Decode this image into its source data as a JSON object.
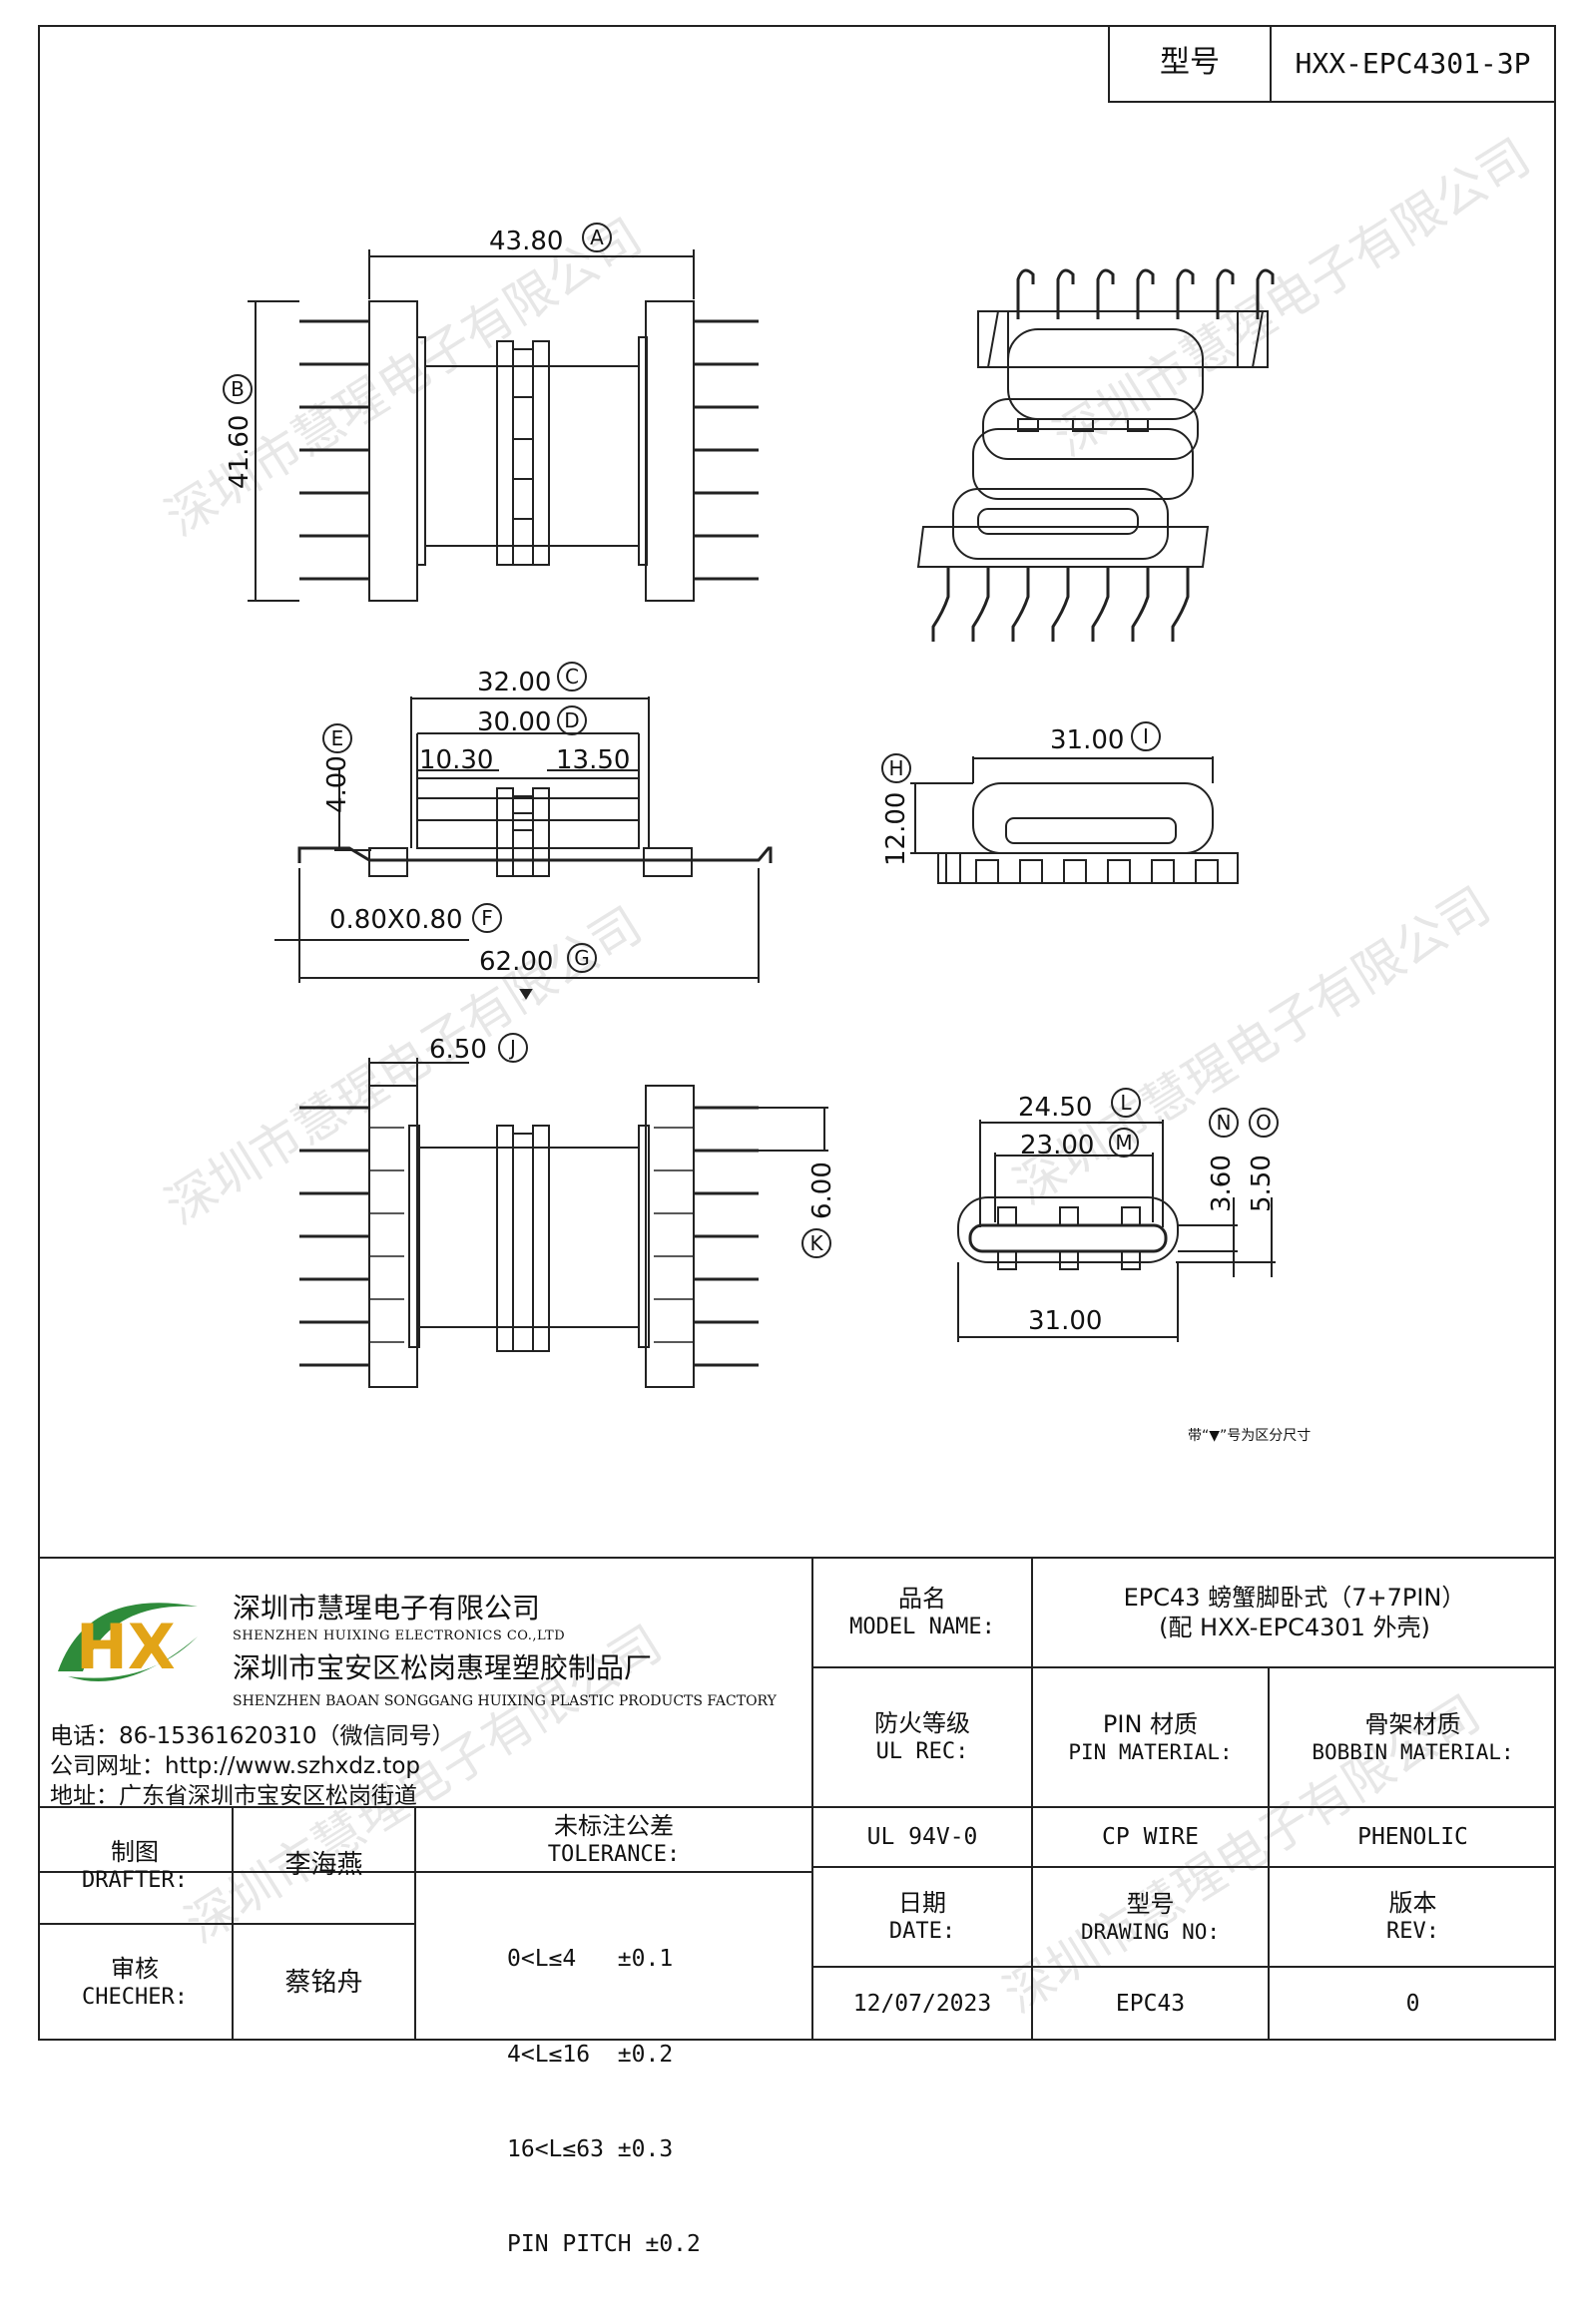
{
  "model_box": {
    "label": "型号",
    "value": "HXX-EPC4301-3P"
  },
  "watermark": "深圳市慧瑆电子有限公司",
  "dims": {
    "A": "43.80",
    "B": "41.60",
    "C": "32.00",
    "D": "30.00",
    "d1": "10.30",
    "d2": "13.50",
    "E": "4.00",
    "F": "0.80X0.80",
    "G": "62.00",
    "H": "12.00",
    "I": "31.00",
    "J": "6.50",
    "K": "6.00",
    "L": "24.50",
    "M": "23.00",
    "N": "3.60",
    "O": "5.50",
    "bottom": "31.00"
  },
  "circle_labels": [
    "A",
    "B",
    "C",
    "D",
    "E",
    "F",
    "G",
    "H",
    "I",
    "J",
    "K",
    "L",
    "M",
    "N",
    "O"
  ],
  "note": "带“▼”号为区分尺寸",
  "company": {
    "name_cn": "深圳市慧瑆电子有限公司",
    "name_en": "SHENZHEN HUIXING ELECTRONICS CO.,LTD",
    "factory_cn": "深圳市宝安区松岗惠瑆塑胶制品厂",
    "factory_en": "SHENZHEN BAOAN SONGGANG HUIXING PLASTIC PRODUCTS FACTORY",
    "phone": "电话：86-15361620310（微信同号）",
    "website": "公司网址：http://www.szhxdz.top",
    "address": "地址：广东省深圳市宝安区松岗街道"
  },
  "title_block": {
    "model_name_label_cn": "品名",
    "model_name_label_en": "MODEL NAME:",
    "model_name_line1": "EPC43 螃蟹脚卧式（7+7PIN）",
    "model_name_line2": "(配 HXX-EPC4301 外壳)",
    "ul_label_cn": "防火等级",
    "ul_label_en": "UL REC:",
    "pin_label_cn": "PIN 材质",
    "pin_label_en": "PIN MATERIAL:",
    "bobbin_label_cn": "骨架材质",
    "bobbin_label_en": "BOBBIN MATERIAL:",
    "ul_value": "UL 94V-0",
    "pin_value": "CP WIRE",
    "bobbin_value": "PHENOLIC",
    "drafter_label_cn": "制图",
    "drafter_label_en": "DRAFTER:",
    "drafter_value": "李海燕",
    "checker_label_cn": "审核",
    "checker_label_en": "CHECHER:",
    "checker_value": "蔡铭舟",
    "tolerance_label_cn": "未标注公差",
    "tolerance_label_en": "TOLERANCE:",
    "tolerances": [
      "0<L≤4   ±0.1",
      "4<L≤16  ±0.2",
      "16<L≤63 ±0.3",
      "PIN PITCH ±0.2"
    ],
    "date_label_cn": "日期",
    "date_label_en": "DATE:",
    "drawing_no_label_cn": "型号",
    "drawing_no_label_en": "DRAWING NO:",
    "rev_label_cn": "版本",
    "rev_label_en": "REV:",
    "date_value": "12/07/2023",
    "drawing_no_value": "EPC43",
    "rev_value": "0"
  },
  "logo_letters": "HX"
}
